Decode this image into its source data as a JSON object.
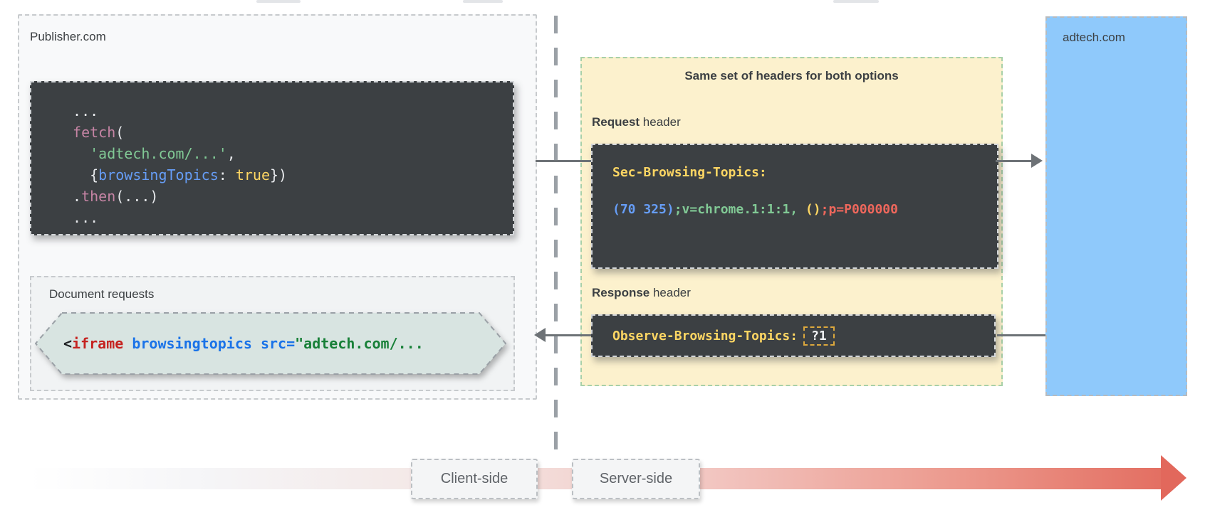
{
  "publisher": {
    "label": "Publisher.com",
    "fetch_code_lines": [
      [
        {
          "t": " ...",
          "c": "white"
        }
      ],
      [
        {
          "t": " ",
          "c": "white"
        },
        {
          "t": "fetch",
          "c": "pink"
        },
        {
          "t": "(",
          "c": "white"
        }
      ],
      [
        {
          "t": "   ",
          "c": "white"
        },
        {
          "t": "'adtech.com/...'",
          "c": "green"
        },
        {
          "t": ",",
          "c": "white"
        }
      ],
      [
        {
          "t": "   {",
          "c": "white"
        },
        {
          "t": "browsingTopics",
          "c": "blue"
        },
        {
          "t": ": ",
          "c": "white"
        },
        {
          "t": "true",
          "c": "yellow"
        },
        {
          "t": "})",
          "c": "white"
        }
      ],
      [
        {
          "t": " .",
          "c": "white"
        },
        {
          "t": "then",
          "c": "pink"
        },
        {
          "t": "(...)",
          "c": "white"
        }
      ],
      [
        {
          "t": " ...",
          "c": "white"
        }
      ]
    ],
    "document_requests_label": "Document requests",
    "iframe_code": [
      {
        "t": "<",
        "c": "dark"
      },
      {
        "t": "iframe",
        "c": "lred"
      },
      {
        "t": " ",
        "c": "dark"
      },
      {
        "t": "browsingtopics",
        "c": "lblue"
      },
      {
        "t": " ",
        "c": "dark"
      },
      {
        "t": "src=",
        "c": "lblue"
      },
      {
        "t": "\"adtech.com/...",
        "c": "lgreen"
      }
    ]
  },
  "headers_panel": {
    "title": "Same set of headers for both options",
    "request_label_bold": "Request",
    "request_label_rest": " header",
    "request_code_lines": [
      [
        {
          "t": "Sec-Browsing-Topics:",
          "c": "yellow"
        }
      ],
      [
        {
          "t": "(70 325)",
          "c": "blue"
        },
        {
          "t": ";v=chrome.1:1:1,",
          "c": "green"
        },
        {
          "t": " ()",
          "c": "yellow"
        },
        {
          "t": ";p=P000000",
          "c": "red"
        }
      ]
    ],
    "response_label_bold": "Response",
    "response_label_rest": " header",
    "response_code": [
      {
        "t": "Observe-Browsing-Topics:",
        "c": "yellow"
      }
    ],
    "response_value": "?1"
  },
  "adtech": {
    "label": "adtech.com"
  },
  "timeline": {
    "client_label": "Client-side",
    "server_label": "Server-side"
  },
  "colors": {
    "dark_code_bg": "#3c4043",
    "headers_panel_bg": "#fcf1cd",
    "headers_panel_border": "#a8d0a8",
    "adtech_bg": "#8fc9fb",
    "hexagon_bg": "#d8e4e1",
    "publisher_bg": "#f8f9fa",
    "document_requests_bg": "#f1f3f4",
    "code_pink": "#c584a4",
    "code_green": "#81c995",
    "code_blue": "#669df6",
    "code_yellow": "#fdd663",
    "code_red": "#ee675c",
    "arrow_gray": "#6d7276",
    "timeline_red": "#e2685c"
  }
}
